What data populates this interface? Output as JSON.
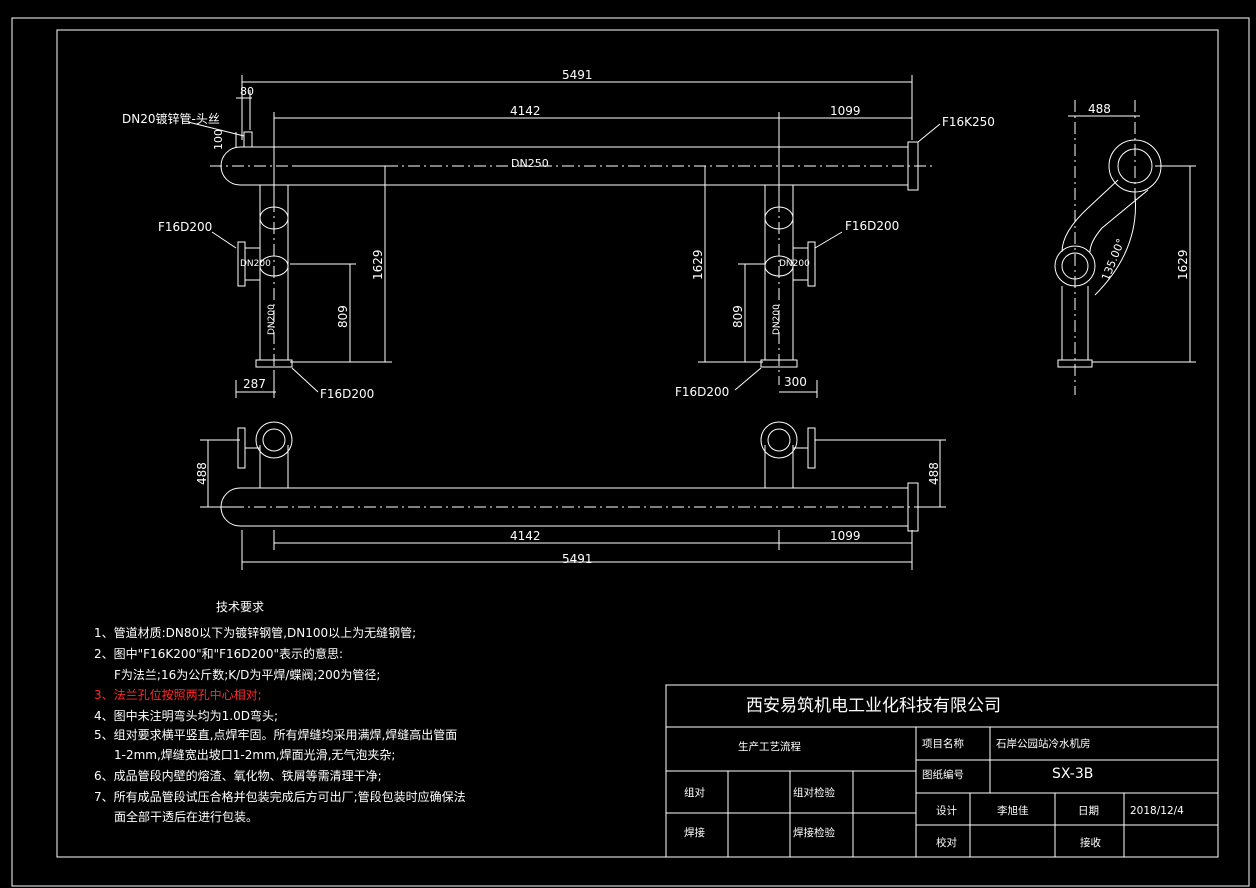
{
  "dims": {
    "overall": "5491",
    "left_span": "4142",
    "right_span": "1099",
    "top_80": "80",
    "top_100": "100",
    "height_left": "1629",
    "height_right": "1629",
    "lower_left": "809",
    "lower_right": "809",
    "offset_left": "287",
    "offset_right": "300",
    "side_width": "488",
    "side_height": "1629",
    "angle": "135.00°",
    "plan_left_488": "488",
    "plan_right_488": "488",
    "plan_span_4142": "4142",
    "plan_span_1099": "1099",
    "plan_overall": "5491"
  },
  "labels": {
    "dn20": "DN20镀锌管-头丝",
    "f16k250": "F16K250",
    "dn250": "DN250",
    "f16d200_left_upper": "F16D200",
    "f16d200_right_upper": "F16D200",
    "f16d200_left_lower": "F16D200",
    "f16d200_right_lower": "F16D200",
    "dn200_left_h": "DN200",
    "dn200_right_h": "DN200",
    "dn200_left_v": "DN200",
    "dn200_right_v": "DN200"
  },
  "notes": {
    "heading": "技术要求",
    "lines": [
      "1、管道材质:DN80以下为镀锌钢管,DN100以上为无缝钢管;",
      "2、图中\"F16K200\"和\"F16D200\"表示的意思:",
      "F为法兰;16为公斤数;K/D为平焊/蝶阀;200为管径;",
      "3、法兰孔位按照两孔中心相对;",
      "4、图中未注明弯头均为1.0D弯头;",
      "5、组对要求横平竖直,点焊牢固。所有焊缝均采用满焊,焊缝高出管面",
      "1-2mm,焊缝宽出坡口1-2mm,焊面光滑,无气泡夹杂;",
      "6、成品管段内壁的熔渣、氧化物、铁屑等需清理干净;",
      "7、所有成品管段试压合格并包装完成后方可出厂;管段包装时应确保法",
      "面全部干透后在进行包装。"
    ]
  },
  "title_block": {
    "company": "西安易筑机电工业化科技有限公司",
    "drawing_name_label": "生产工艺流程",
    "project_label": "项目名称",
    "project_value": "石岸公园站冷水机房",
    "drawing_no_label": "图纸编号",
    "drawing_no_value": "SX-3B",
    "design_label": "设计",
    "designer": "李旭佳",
    "date_label": "日期",
    "date_value": "2018/12/4",
    "review_label": "校对",
    "accept_label": "接收",
    "assembly_label": "组对",
    "assembly_check_label": "组对检验",
    "weld_label": "焊接",
    "weld_check_label": "焊接检验"
  },
  "colors": {
    "background": "#000000",
    "line": "#ffffff",
    "highlight": "#ff2a2a"
  }
}
